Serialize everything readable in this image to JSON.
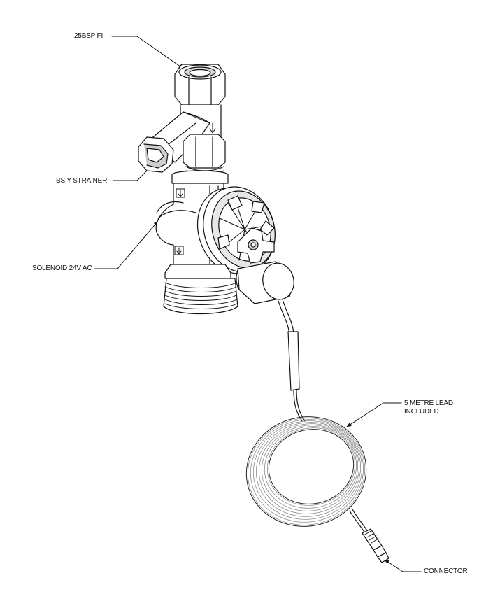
{
  "labels": {
    "inlet": "25BSP FI",
    "strainer": "BS Y  STRAINER",
    "solenoid": "SOLENOID 24V AC",
    "lead_line1": "5 METRE LEAD",
    "lead_line2": "INCLUDED",
    "connector": "CONNECTOR"
  },
  "colors": {
    "line": "#111111",
    "shade": "#bdbdbd",
    "background": "#ffffff"
  }
}
